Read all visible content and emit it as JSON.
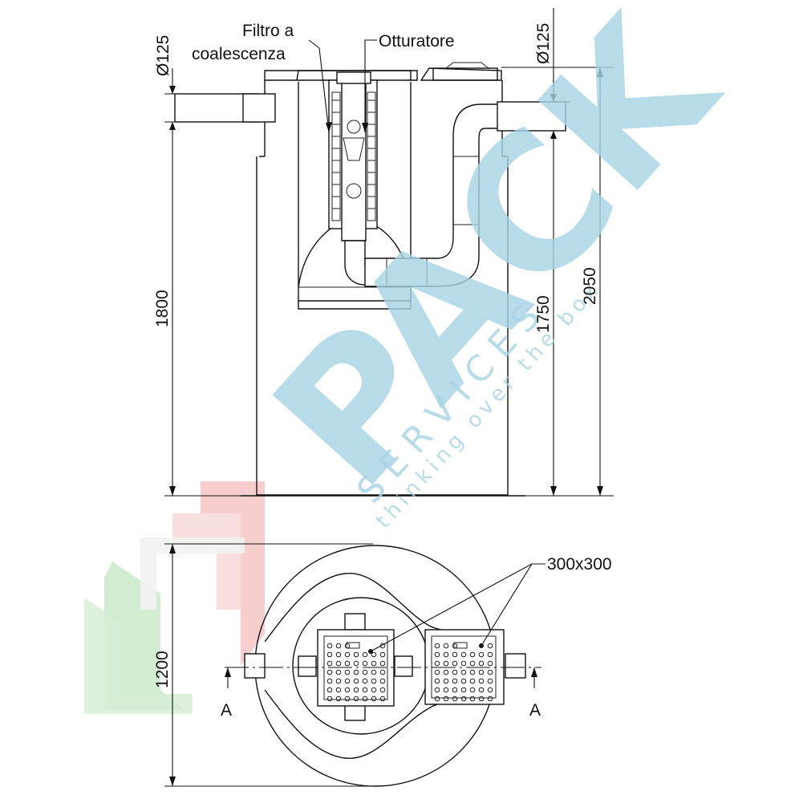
{
  "labels": {
    "filter_line1": "Filtro a",
    "filter_line2": "coalescenza",
    "shutter": "Otturatore",
    "diam_left": "Ø125",
    "diam_right": "Ø125",
    "h1800": "1800",
    "h1750": "1750",
    "h2050": "2050",
    "h1200": "1200",
    "grid_size": "300x300",
    "section_left": "A",
    "section_right": "A"
  },
  "watermark": {
    "brand": "PACK",
    "sub": "S E R V I C E S",
    "tagline": "thinking over the box"
  },
  "colors": {
    "line": "#111111",
    "watermark_blue": "#a7d3e6",
    "logo_red": "#f2b8b8",
    "logo_green": "#bfe3c0"
  }
}
